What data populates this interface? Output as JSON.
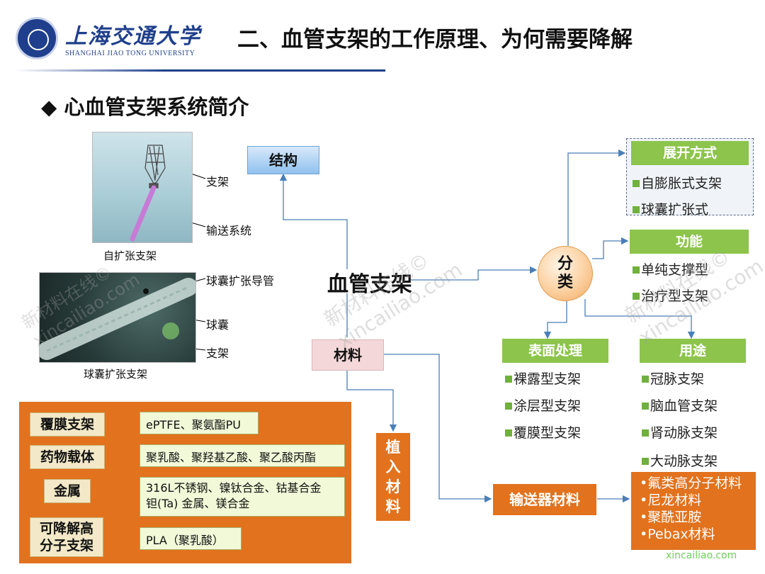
{
  "header": {
    "university_cn": "上海交通大学",
    "university_en": "SHANGHAI JIAO TONG UNIVERSITY",
    "title": "二、血管支架的工作原理、为何需要降解"
  },
  "section_title": "◆ 心血管支架系统简介",
  "images": {
    "photo1": {
      "caption": "自扩张支架",
      "labels": [
        "支架",
        "输送系统"
      ]
    },
    "photo2": {
      "caption": "球囊扩张支架",
      "labels": [
        "球囊扩张导管",
        "球囊",
        "支架"
      ]
    }
  },
  "diagram": {
    "structure": "结构",
    "center": "血管支架",
    "material": "材料",
    "classify": "分类",
    "deploy": {
      "header": "展开方式",
      "items": [
        "自膨胀式支架",
        "球囊扩张式"
      ]
    },
    "function": {
      "header": "功能",
      "items": [
        "单纯支撑型",
        "治疗型支架"
      ]
    },
    "surface": {
      "header": "表面处理",
      "items": [
        "裸露型支架",
        "涂层型支架",
        "覆膜型支架"
      ]
    },
    "usage": {
      "header": "用途",
      "items": [
        "冠脉支架",
        "脑血管支架",
        "肾动脉支架",
        "大动脉支架"
      ]
    },
    "implant": "植入材料",
    "delivery": "输送器材料",
    "delivery_items": [
      "•氟类高分子材料",
      "•尼龙材料",
      "•聚酰亚胺",
      "•Pebax材料"
    ]
  },
  "materials": [
    {
      "category": "覆膜支架",
      "value": "ePTFE、聚氨酯PU"
    },
    {
      "category": "药物载体",
      "value": "聚乳酸、聚羟基乙酸、聚乙酸丙酯"
    },
    {
      "category": "金属",
      "value": "316L不锈钢、镍钛合金、钴基合金\n钽(Ta) 金属、镁合金"
    },
    {
      "category": "可降解高\n分子支架",
      "value": "PLA（聚乳酸）"
    }
  ],
  "watermark": "新材料在线©\nxincailiao.com",
  "footer_watermark": "xincailiao.com",
  "colors": {
    "navy": "#1f3f8c",
    "green": "#8cc44c",
    "orange": "#e2721d",
    "arrow": "#4a7fb8"
  }
}
